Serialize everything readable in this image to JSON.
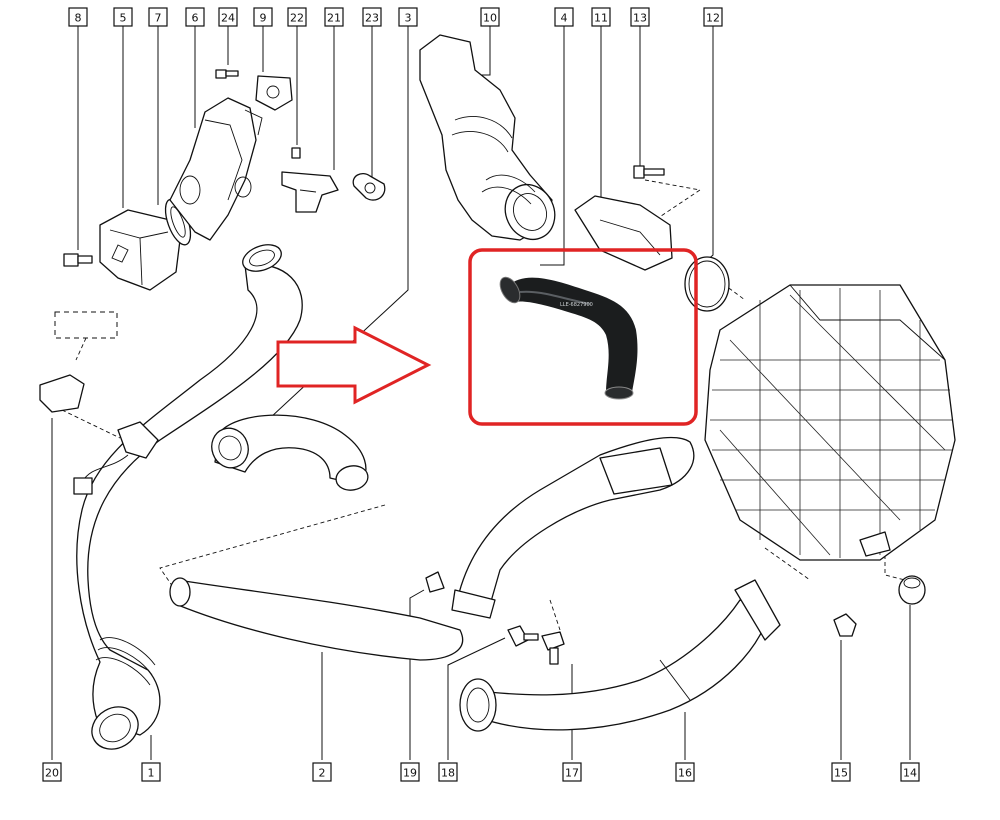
{
  "callouts": [
    {
      "id": "8",
      "label": "8"
    },
    {
      "id": "5",
      "label": "5"
    },
    {
      "id": "7",
      "label": "7"
    },
    {
      "id": "6",
      "label": "6"
    },
    {
      "id": "24",
      "label": "24"
    },
    {
      "id": "9",
      "label": "9"
    },
    {
      "id": "22",
      "label": "22"
    },
    {
      "id": "21",
      "label": "21"
    },
    {
      "id": "23",
      "label": "23"
    },
    {
      "id": "3",
      "label": "3"
    },
    {
      "id": "10",
      "label": "10"
    },
    {
      "id": "4",
      "label": "4"
    },
    {
      "id": "11",
      "label": "11"
    },
    {
      "id": "13",
      "label": "13"
    },
    {
      "id": "12",
      "label": "12"
    },
    {
      "id": "20",
      "label": "20"
    },
    {
      "id": "1",
      "label": "1"
    },
    {
      "id": "2",
      "label": "2"
    },
    {
      "id": "19",
      "label": "19"
    },
    {
      "id": "18",
      "label": "18"
    },
    {
      "id": "17",
      "label": "17"
    },
    {
      "id": "16",
      "label": "16"
    },
    {
      "id": "15",
      "label": "15"
    },
    {
      "id": "14",
      "label": "14"
    }
  ],
  "inset": {
    "part_marking": "LLE-6827900"
  },
  "colors": {
    "highlight": "#e02424",
    "hose": "#1b1d1e",
    "line": "#111111"
  }
}
